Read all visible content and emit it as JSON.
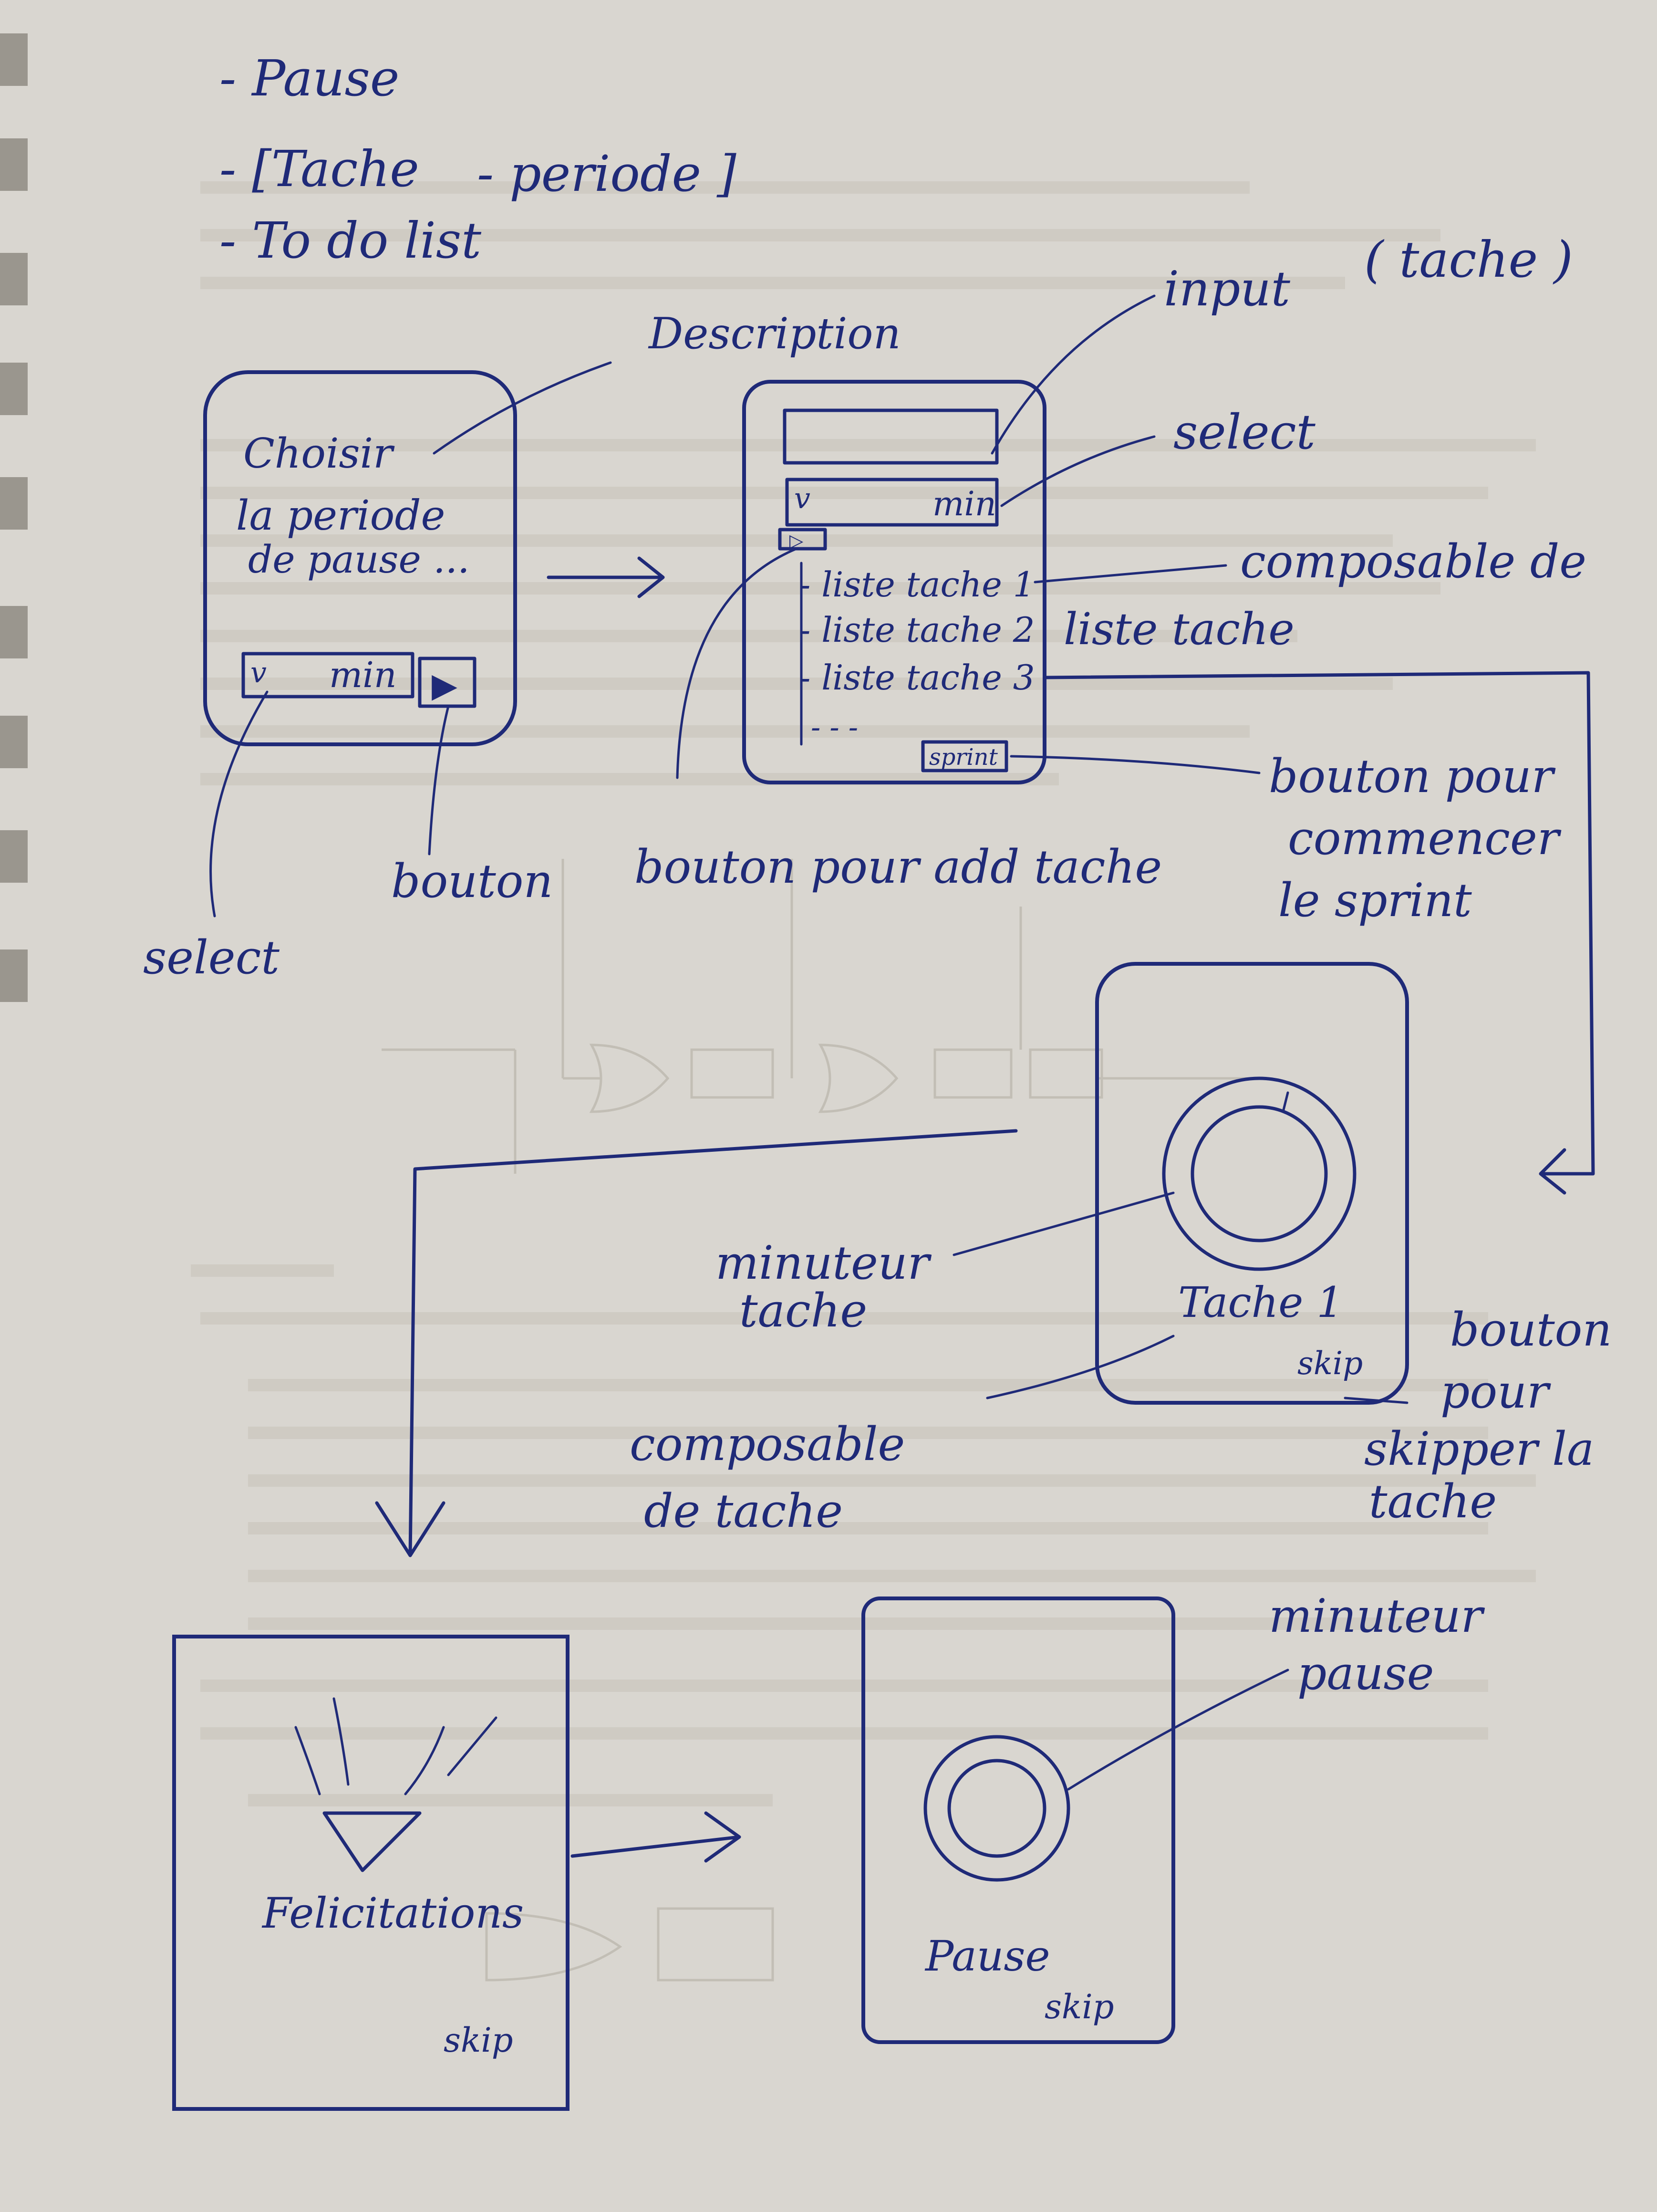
{
  "header_list": [
    "- Pause",
    "- [Tache",
    "- periode ]",
    "- To do list"
  ],
  "screen1": {
    "text_line1": "Choisir",
    "text_line2": "la periode",
    "text_line3": "de pause ...",
    "select_chevron": "v",
    "select_unit": "min",
    "button_glyph": "▶"
  },
  "screen2": {
    "select_chevron": "v",
    "select_unit": "min",
    "add_button_glyph": "▷",
    "tasks": [
      "- liste tache 1",
      "- liste tache 2",
      "- liste tache 3"
    ],
    "more_dashes": "- - -",
    "sprint_button": "sprint"
  },
  "screen3": {
    "title": "Tache 1",
    "skip": "skip"
  },
  "screen4": {
    "title": "Felicitations",
    "skip": "skip"
  },
  "screen5": {
    "title": "Pause",
    "skip": "skip"
  },
  "annotations": {
    "description": "Description",
    "input": "input",
    "input_note": "( tache )",
    "select_top": "select",
    "composable_line1": "composable de",
    "composable_line2": "liste tache",
    "select_bottom": "select",
    "bouton": "bouton",
    "add_task": "bouton pour add tache",
    "sprint_line1": "bouton pour",
    "sprint_line2": "commencer",
    "sprint_line3": "le sprint",
    "timer_task_line1": "minuteur",
    "timer_task_line2": "tache",
    "task_comp_line1": "composable",
    "task_comp_line2": "de tache",
    "skip_line1": "bouton",
    "skip_line2": "pour",
    "skip_line3": "skipper la",
    "skip_line4": "tache",
    "timer_pause_line1": "minuteur",
    "timer_pause_line2": "pause"
  },
  "colors": {
    "ink": "#1f2a78",
    "paper": "#d9d6d0"
  }
}
